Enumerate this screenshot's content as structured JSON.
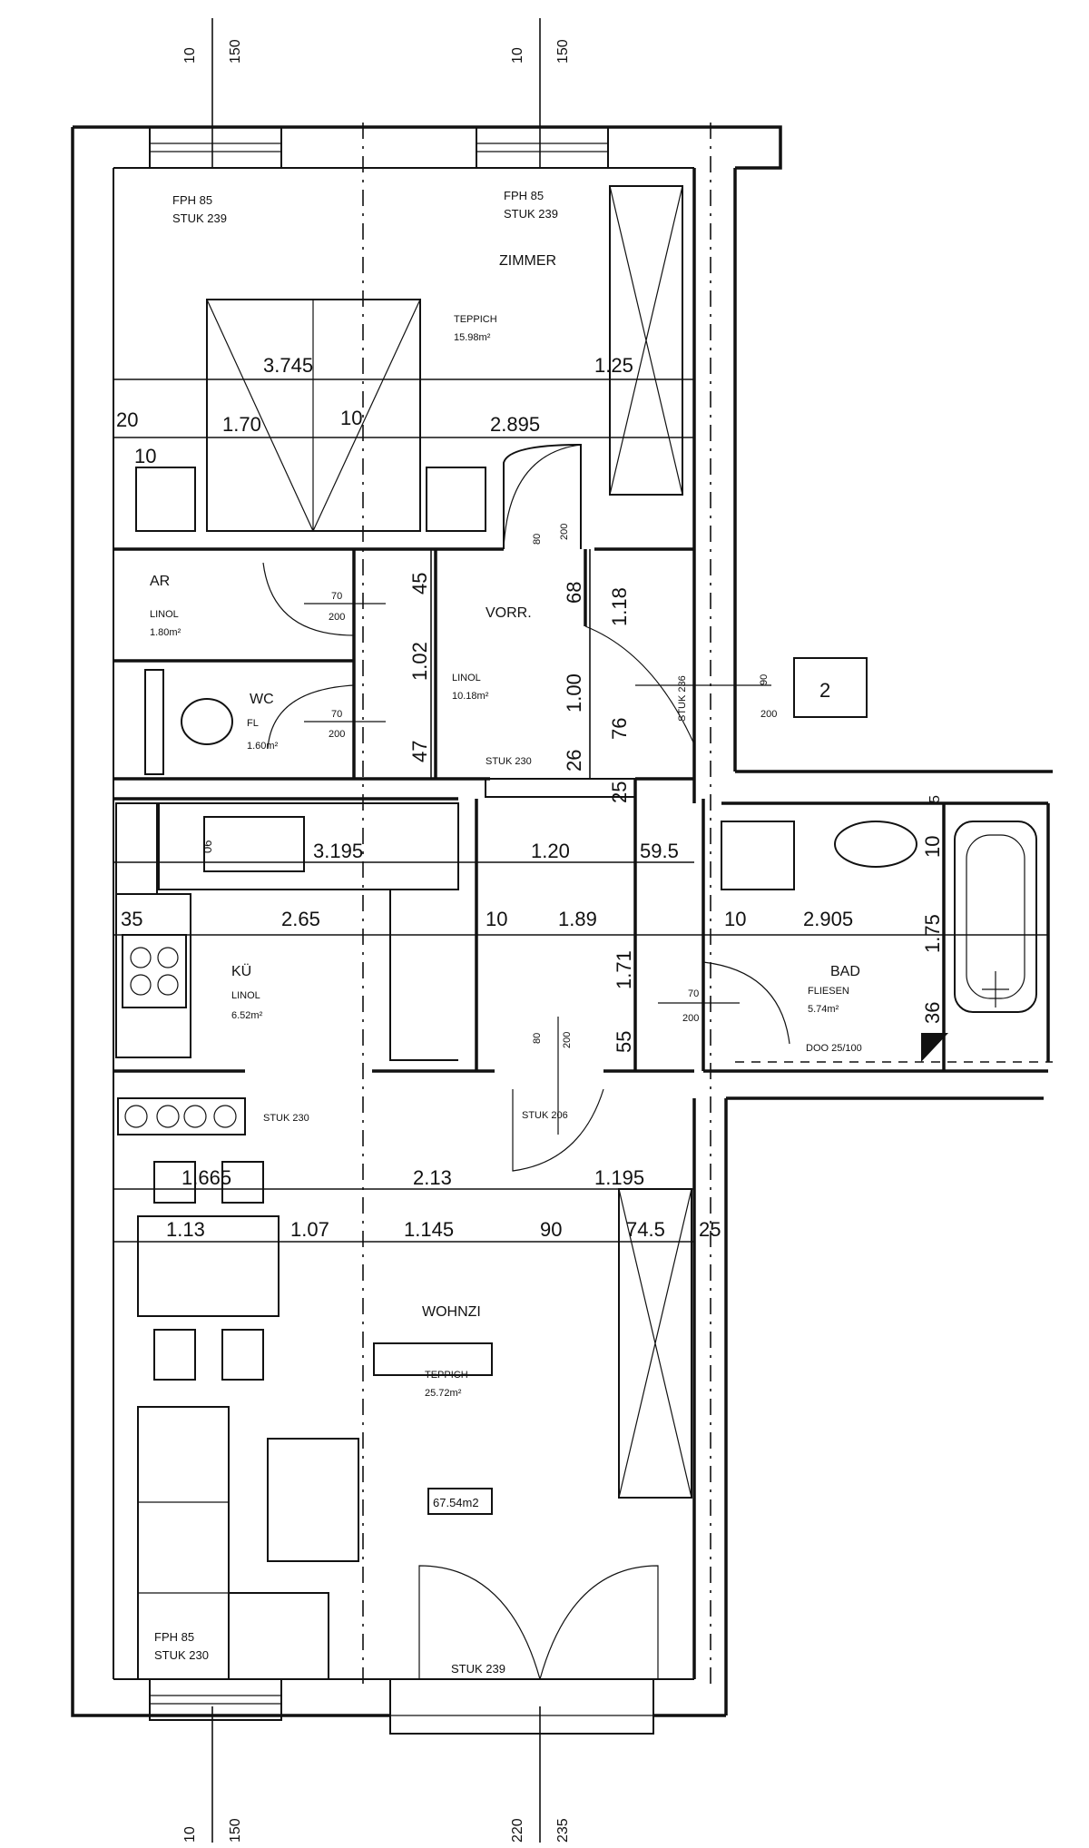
{
  "axes_top": {
    "a1": "10",
    "a2": "150",
    "b1": "10",
    "b2": "150"
  },
  "axes_bottom": {
    "a1": "10",
    "a2": "150",
    "b1": "220",
    "b2": "235"
  },
  "rooms": {
    "zimmer": {
      "name": "ZIMMER",
      "fph": "FPH 85",
      "stuk": "STUK 239",
      "fph2": "FPH 85",
      "stuk2": "STUK 239",
      "floor": "TEPPICH",
      "area": "15.98m²"
    },
    "ar": {
      "name": "AR",
      "floor": "LINOL",
      "area": "1.80m²"
    },
    "wc": {
      "name": "WC",
      "floor": "FL",
      "area": "1.60m²"
    },
    "vorr": {
      "name": "VORR.",
      "floor": "LINOL",
      "area": "10.18m²",
      "stuk": "STUK 230"
    },
    "ku": {
      "name": "KÜ",
      "floor": "LINOL",
      "area": "6.52m²",
      "stuk": "STUK 230"
    },
    "bad": {
      "name": "BAD",
      "floor": "FLIESEN",
      "area": "5.74m²",
      "note": "DOO 25/100"
    },
    "wohnz": {
      "name": "WOHNZI",
      "floor": "TEPPICH",
      "area": "25.72m²",
      "fph": "FPH 85",
      "stuk": "STUK 230",
      "stuk2": "STUK 239",
      "total_area": "67.54m2"
    }
  },
  "unit_number": "2",
  "door_labels": {
    "d_zimmer_top": "80",
    "d_zimmer_bot": "200",
    "d_ar_top": "70",
    "d_ar_bot": "200",
    "d_wc_top": "70",
    "d_wc_bot": "200",
    "d_entry_top": "90",
    "d_entry_bot": "200",
    "d_entry_stuk": "STUK 236",
    "d_bad_top": "70",
    "d_bad_bot": "200",
    "d_wohnz_top": "80",
    "d_wohnz_bot": "200",
    "d_wohnz_stuk": "STUK 206"
  },
  "dims": {
    "z_w1": "3.745",
    "z_w2": "1.25",
    "z_20": "20",
    "z_170": "1.70",
    "z_10b": "10",
    "z_2895": "2.895",
    "z_10a": "10",
    "v_45": "45",
    "v_102": "1.02",
    "v_47": "47",
    "v_68": "68",
    "v_118": "1.18",
    "v_100": "1.00",
    "v_76": "76",
    "v_26": "26",
    "v_25": "25",
    "k_3195": "3.195",
    "k_120": "1.20",
    "k_595": "59.5",
    "k_06": "06",
    "k_35": "35",
    "k_265": "2.65",
    "k_10": "10",
    "k_189": "1.89",
    "k_171": "1.71",
    "k_55": "55",
    "b_10": "10",
    "b_2905": "2.905",
    "b_5": "5",
    "b_10v": "10",
    "b_175": "1.75",
    "b_36": "36",
    "w_1665": "1.665",
    "w_213": "2.13",
    "w_1195": "1.195",
    "w_113": "1.13",
    "w_107": "1.07",
    "w_1145": "1.145",
    "w_90": "90",
    "w_745": "74.5",
    "w_25": "25"
  }
}
